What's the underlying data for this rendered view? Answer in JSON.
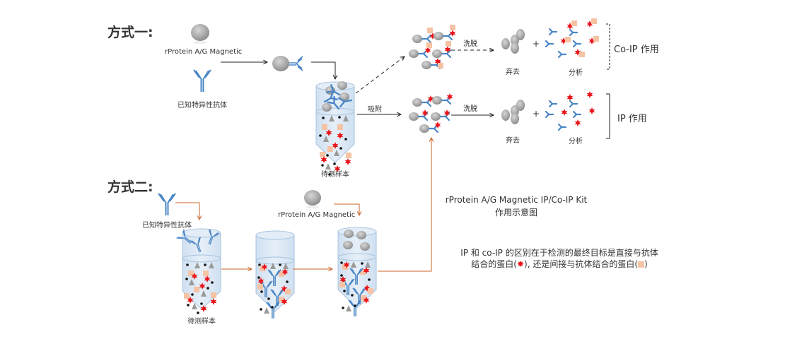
{
  "method1": {
    "title": "方式一:",
    "beads_label": "rProtein A/G Magnetic",
    "antibody_label": "已知特异性抗体",
    "sample_label": "待测样本",
    "adsorb_label": "吸附",
    "coip_row": {
      "elute_label": "洗脱",
      "discard_label": "弃去",
      "plus": "+",
      "analyze_label": "分析",
      "bracket_label": "Co-IP 作用"
    },
    "ip_row": {
      "elute_label": "洗脱",
      "discard_label": "弃去",
      "plus": "+",
      "analyze_label": "分析",
      "bracket_label": "IP 作用"
    }
  },
  "method2": {
    "title": "方式二:",
    "antibody_label": "已知特异性抗体",
    "sample_label": "待测样本",
    "beads_label": "rProtein A/G Magnetic"
  },
  "caption": {
    "line1": "rProtein A/G Magnetic IP/Co-IP Kit",
    "line2": "作用示意图"
  },
  "note": {
    "line1": "IP 和 co-IP 的区别在于检测的最终目标是直接与抗体",
    "line2_a": "结合的蛋白(",
    "line2_star": "✸",
    "line2_b": "), 还是间接与抗体结合的蛋白(",
    "line2_c": ")"
  },
  "colors": {
    "antibody": "#4a86c5",
    "target_protein": "#e8141a",
    "interacting_protein": "#f6c3a4",
    "bead": "#a9a9a9",
    "orange_arrow": "#c8642a",
    "tube_fill": "#dce8f4",
    "tube_stroke": "#a9c4df"
  }
}
